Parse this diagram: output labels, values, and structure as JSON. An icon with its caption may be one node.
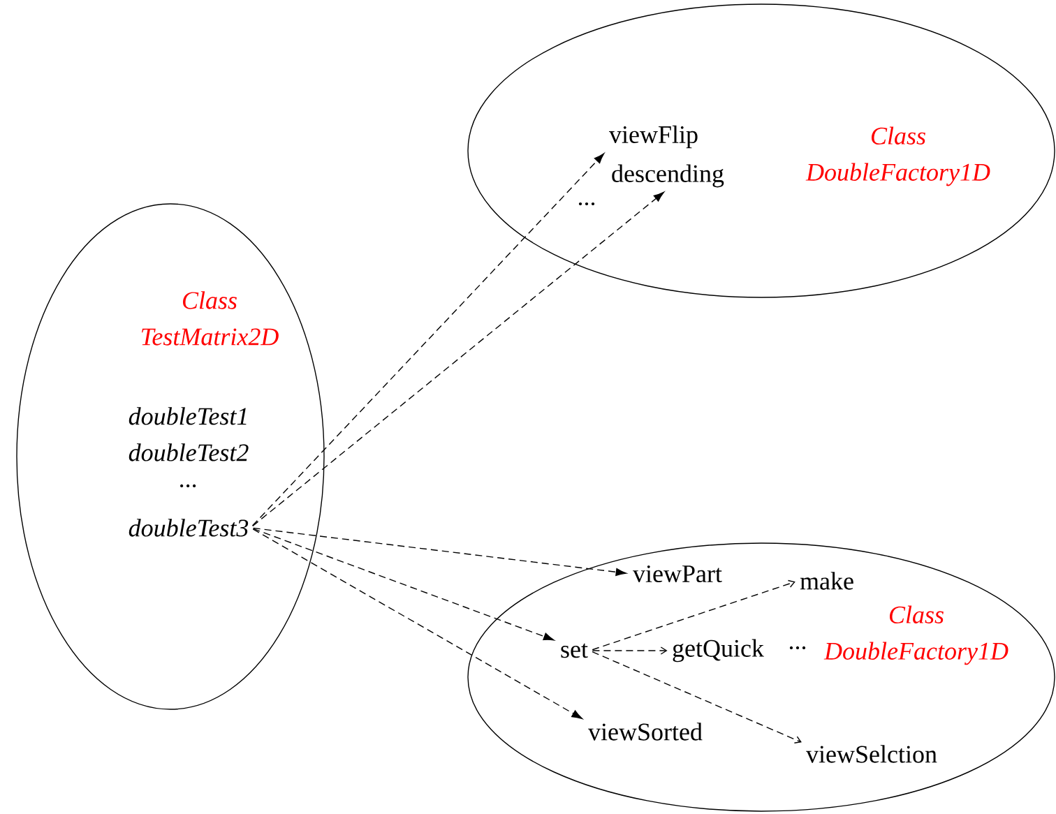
{
  "diagram": {
    "nodes": [
      {
        "text": [
          "Class TestMatrix2D"
        ]
      },
      {
        "text": [
          "doubleTest1"
        ],
        "in": 0
      },
      {
        "text": [
          "doubleTest2"
        ],
        "in": 0
      },
      {
        "text": [
          "..."
        ],
        "in": 0
      },
      {
        "text": [
          "doubleTest3"
        ],
        "in": 0
      },
      {
        "text": [
          "Class DoubleFactory1D"
        ]
      },
      {
        "text": [
          "viewFlip"
        ],
        "in": 5
      },
      {
        "text": [
          "descending"
        ],
        "in": 5
      },
      {
        "text": [
          "..."
        ],
        "in": 5
      },
      {
        "text": [
          "Class DoubleFactory1D"
        ]
      },
      {
        "text": [
          "viewPart"
        ],
        "in": 9
      },
      {
        "text": [
          "make"
        ],
        "in": 9
      },
      {
        "text": [
          "set"
        ],
        "in": 9
      },
      {
        "text": [
          "getQuick"
        ],
        "in": 9
      },
      {
        "text": [
          "..."
        ],
        "in": 9
      },
      {
        "text": [
          "viewSorted"
        ],
        "in": 9
      },
      {
        "text": [
          "viewSelction"
        ],
        "in": 9
      }
    ],
    "edges": [
      {
        "from": 4,
        "to": 6,
        "arrow": "to",
        "style": "dashed"
      },
      {
        "from": 4,
        "to": 7,
        "arrow": "to",
        "style": "dashed"
      },
      {
        "from": 4,
        "to": 10,
        "arrow": "to",
        "style": "dashed"
      },
      {
        "from": 4,
        "to": 12,
        "arrow": "to",
        "style": "dashed"
      },
      {
        "from": 4,
        "to": 15,
        "arrow": "to",
        "style": "dashed"
      },
      {
        "from": 12,
        "to": 11,
        "arrow": "to",
        "style": "dashed"
      },
      {
        "from": 12,
        "to": 13,
        "arrow": "to",
        "style": "dashed"
      },
      {
        "from": 12,
        "to": 16,
        "arrow": "to",
        "style": "dashed"
      }
    ]
  }
}
